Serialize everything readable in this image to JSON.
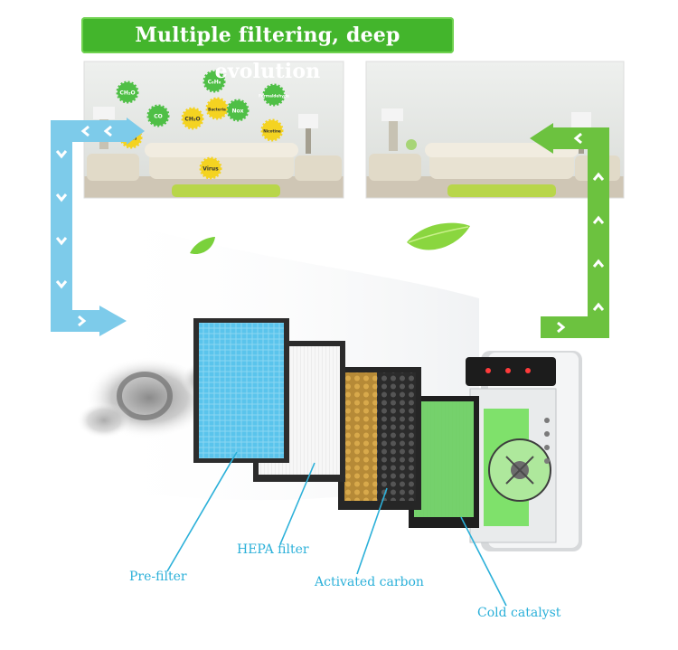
{
  "banner": {
    "title": "Multiple filtering, deep evolution"
  },
  "room_before": {
    "pollutants": [
      {
        "text": "CH₂O",
        "color": "green"
      },
      {
        "text": "C₆H₆",
        "color": "green"
      },
      {
        "text": "Bacteria",
        "color": "yellow"
      },
      {
        "text": "Formaldehyde",
        "color": "green"
      },
      {
        "text": "CO",
        "color": "green"
      },
      {
        "text": "CH₂O",
        "color": "yellow"
      },
      {
        "text": "Nox",
        "color": "green"
      },
      {
        "text": "NH₃",
        "color": "yellow"
      },
      {
        "text": "Nicotine",
        "color": "yellow"
      },
      {
        "text": "Virus",
        "color": "yellow"
      }
    ]
  },
  "filters": {
    "prefilter_label": "Pre-filter",
    "hepa_label": "HEPA filter",
    "carbon_label": "Activated carbon",
    "catalyst_label": "Cold catalyst"
  },
  "colors": {
    "banner_green": "#43b52c",
    "label_blue": "#2bb0d9",
    "dirty_air_arrow": "#7dcbea",
    "clean_air_arrow": "#6cc23f",
    "prefilter": "#57c3ea",
    "carbon": "#2a2a2a",
    "catalyst": "#55c84a"
  }
}
